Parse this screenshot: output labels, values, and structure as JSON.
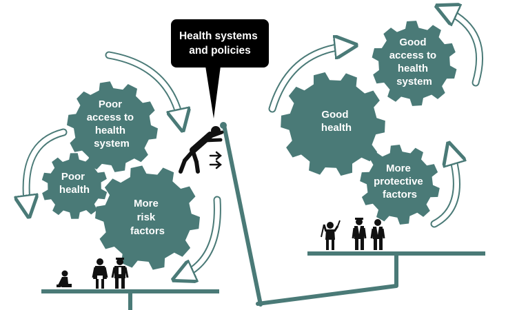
{
  "colors": {
    "teal": "#4a7a77",
    "callout": "#000000",
    "gear_text": "#ffffff",
    "figure": "#111111",
    "background": "#ffffff"
  },
  "callout": {
    "lines": [
      "Health systems",
      "and policies"
    ]
  },
  "gears": {
    "poor_access": {
      "lines": [
        "Poor",
        "access to",
        "health",
        "system"
      ]
    },
    "poor_health": {
      "lines": [
        "Poor",
        "health"
      ]
    },
    "more_risk": {
      "lines": [
        "More",
        "risk",
        "factors"
      ]
    },
    "good_health": {
      "lines": [
        "Good",
        "health"
      ]
    },
    "good_access": {
      "lines": [
        "Good",
        "access to",
        "health",
        "system"
      ]
    },
    "more_protective": {
      "lines": [
        "More",
        "protective",
        "factors"
      ]
    }
  },
  "icons": {
    "lever_person": "pushing-person-icon",
    "left_people": [
      "kneeling-person-icon",
      "woman-icon",
      "man-with-cap-icon"
    ],
    "right_people": [
      "golfer-icon",
      "man-in-suit-icon",
      "person-standing-icon"
    ],
    "cycle_arrows": "curved-arrow-icon"
  }
}
